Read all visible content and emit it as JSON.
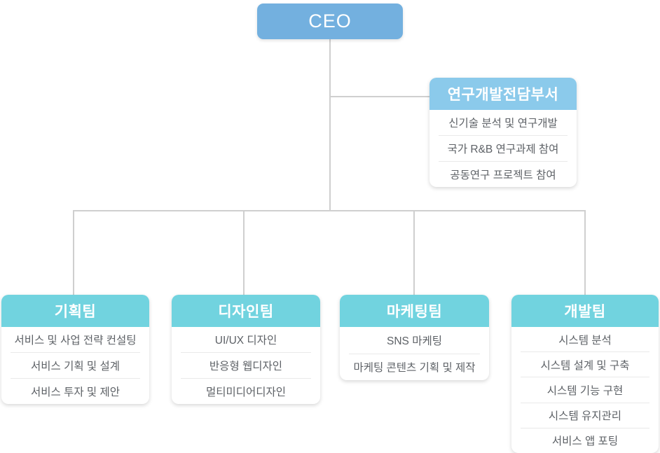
{
  "colors": {
    "root_node": "#73b0df",
    "staff_header": "#8bcaeb",
    "team_header": "#71d3df",
    "connector_line": "#cfcfcf",
    "item_text": "#5d6166",
    "background": "#ffffff"
  },
  "org_chart": {
    "root": {
      "title": "CEO"
    },
    "staff_department": {
      "title": "연구개발전담부서",
      "items": [
        "신기술 분석 및 연구개발",
        "국가 R&B 연구과제 참여",
        "공동연구 프로젝트 참여"
      ]
    },
    "teams": [
      {
        "title": "기획팀",
        "items": [
          "서비스 및 사업 전략 컨설팅",
          "서비스 기획 및 설계",
          "서비스 투자 및 제안"
        ]
      },
      {
        "title": "디자인팀",
        "items": [
          "UI/UX 디자인",
          "반응형 웹디자인",
          "멀티미디어디자인"
        ]
      },
      {
        "title": "마케팅팀",
        "items": [
          "SNS 마케팅",
          "마케팅 콘텐츠 기획 및 제작"
        ]
      },
      {
        "title": "개발팀",
        "items": [
          "시스템 분석",
          "시스템 설계 및 구축",
          "시스템 기능 구현",
          "시스템 유지관리",
          "서비스 앱 포팅"
        ]
      }
    ]
  }
}
